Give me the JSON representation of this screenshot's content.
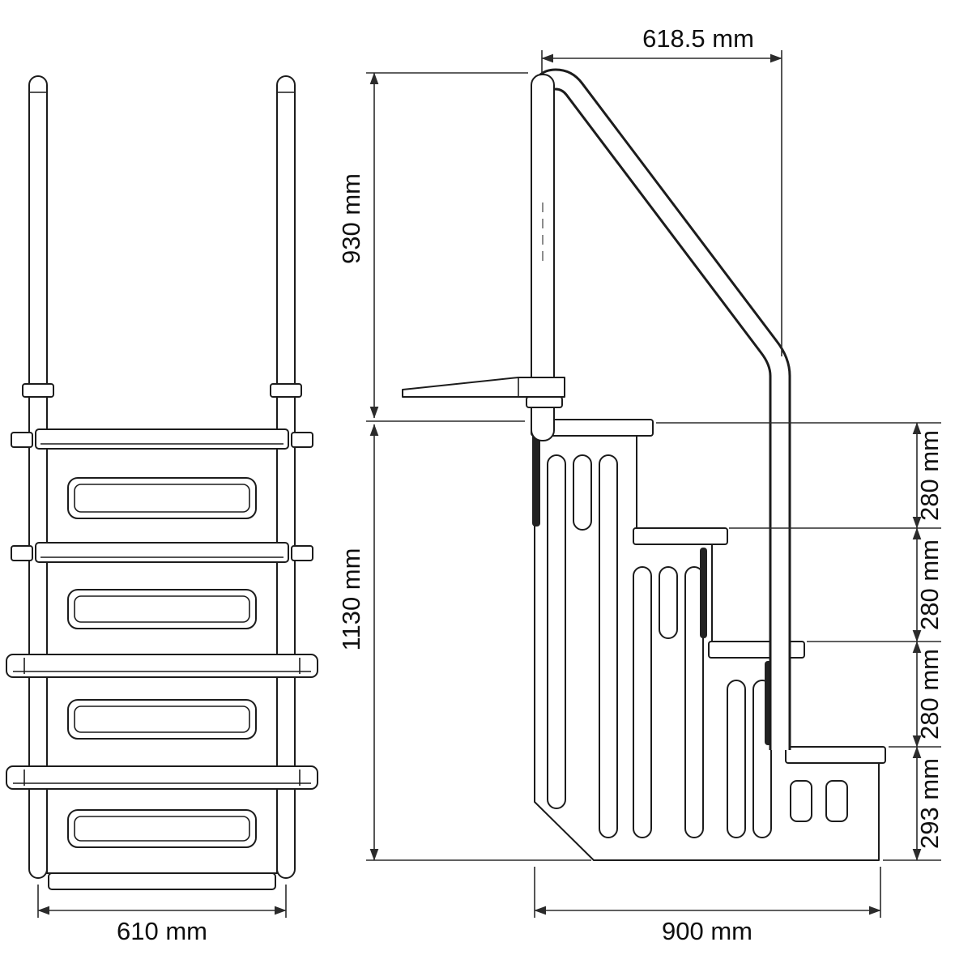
{
  "drawing": {
    "description": "pool-step-ladder-technical-drawing",
    "colors": {
      "line": "#1c1c1c",
      "dimension": "#2b2b2b",
      "background": "#ffffff"
    }
  },
  "dimensions": {
    "top_width": {
      "label": "618.5 mm"
    },
    "post_height": {
      "label": "930 mm"
    },
    "stair_height": {
      "label": "1130 mm"
    },
    "riser_1": {
      "label": "280 mm"
    },
    "riser_2": {
      "label": "280 mm"
    },
    "riser_3": {
      "label": "280 mm"
    },
    "riser_4": {
      "label": "293 mm"
    },
    "front_width": {
      "label": "610 mm"
    },
    "base_depth": {
      "label": "900 mm"
    }
  }
}
